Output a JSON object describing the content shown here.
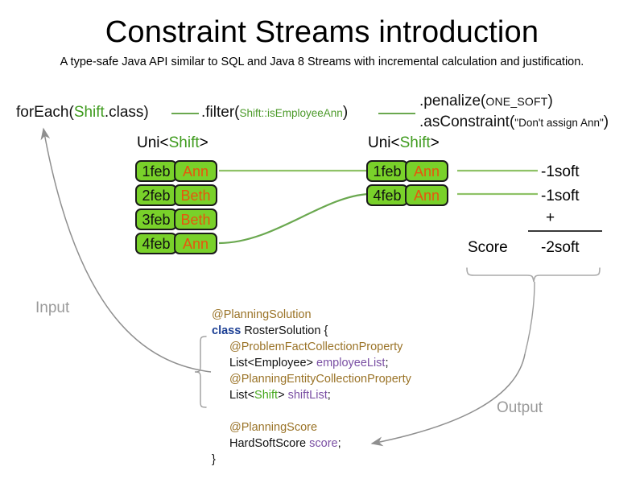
{
  "header": {
    "title": "Constraint Streams introduction",
    "subtitle": "A type-safe Java API similar to SQL and Java 8 Streams with incremental calculation and justification."
  },
  "pipeline": {
    "foreach": {
      "prefix": "forEach(",
      "type": "Shift",
      "suffix": ".class)"
    },
    "filter": {
      "prefix": ".filter(",
      "arg": "Shift::isEmployeeAnn",
      "suffix": ")"
    },
    "penalize": {
      "prefix": ".penalize(",
      "arg": "ONE_SOFT",
      "suffix": ")"
    },
    "as_constraint": {
      "prefix": ".asConstraint(",
      "arg": "\"Don't assign Ann\"",
      "suffix": ")"
    }
  },
  "streams": {
    "left": {
      "label_prefix": "Uni<",
      "label_type": "Shift",
      "label_suffix": ">",
      "rows": [
        {
          "date": "1feb",
          "employee": "Ann"
        },
        {
          "date": "2feb",
          "employee": "Beth"
        },
        {
          "date": "3feb",
          "employee": "Beth"
        },
        {
          "date": "4feb",
          "employee": "Ann"
        }
      ]
    },
    "right": {
      "label_prefix": "Uni<",
      "label_type": "Shift",
      "label_suffix": ">",
      "rows": [
        {
          "date": "1feb",
          "employee": "Ann"
        },
        {
          "date": "4feb",
          "employee": "Ann"
        }
      ]
    }
  },
  "score": {
    "impacts": [
      "-1soft",
      "-1soft"
    ],
    "operator": "+",
    "label": "Score",
    "total": "-2soft"
  },
  "flow": {
    "input_label": "Input",
    "output_label": "Output"
  },
  "code": {
    "lines": [
      {
        "segments": [
          {
            "text": "@PlanningSolution",
            "style": "anno"
          }
        ]
      },
      {
        "segments": [
          {
            "text": "class ",
            "style": "kw"
          },
          {
            "text": "RosterSolution {",
            "style": "plain"
          }
        ]
      },
      {
        "indent": 1,
        "segments": [
          {
            "text": "@ProblemFactCollectionProperty",
            "style": "anno"
          }
        ]
      },
      {
        "indent": 1,
        "segments": [
          {
            "text": "List<Employee> ",
            "style": "plain"
          },
          {
            "text": "employeeList",
            "style": "field"
          },
          {
            "text": ";",
            "style": "plain"
          }
        ]
      },
      {
        "indent": 1,
        "segments": [
          {
            "text": "@PlanningEntityCollectionProperty",
            "style": "anno"
          }
        ]
      },
      {
        "indent": 1,
        "segments": [
          {
            "text": "List<",
            "style": "plain"
          },
          {
            "text": "Shift",
            "style": "green"
          },
          {
            "text": "> ",
            "style": "plain"
          },
          {
            "text": "shiftList",
            "style": "field"
          },
          {
            "text": ";",
            "style": "plain"
          }
        ]
      },
      {
        "segments": [
          {
            "text": " ",
            "style": "plain"
          }
        ]
      },
      {
        "indent": 1,
        "segments": [
          {
            "text": "@PlanningScore",
            "style": "anno"
          }
        ]
      },
      {
        "indent": 1,
        "segments": [
          {
            "text": "HardSoftScore ",
            "style": "plain"
          },
          {
            "text": "score",
            "style": "field"
          },
          {
            "text": ";",
            "style": "plain"
          }
        ]
      },
      {
        "segments": [
          {
            "text": "}",
            "style": "plain"
          }
        ]
      }
    ]
  },
  "colors": {
    "shift_box_fill": "#79d12a",
    "shift_box_border": "#1a1a1a",
    "employee_text": "#e8550e",
    "stream_line": "#6aa84f",
    "type_green": "#3f9b1e",
    "annotation_gold": "#9a7327",
    "keyword_blue": "#1c3f94",
    "field_purple": "#7a4fa3",
    "flow_grey": "#9a9a9a"
  }
}
